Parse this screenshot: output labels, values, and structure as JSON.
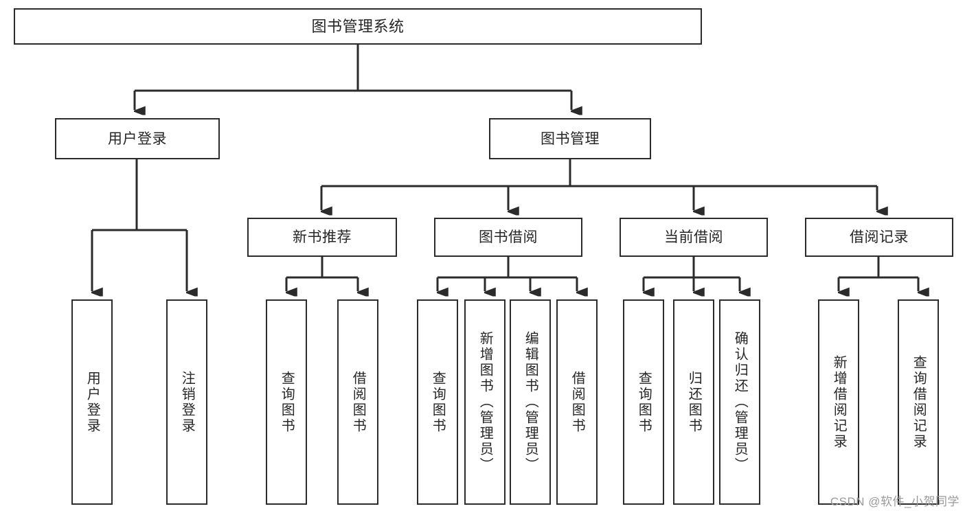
{
  "diagram": {
    "title": "图书管理系统",
    "type": "hierarchy-tree",
    "root": {
      "id": "root",
      "label": "图书管理系统"
    },
    "level2": [
      {
        "id": "user-login",
        "label": "用户登录"
      },
      {
        "id": "book-manage",
        "label": "图书管理"
      }
    ],
    "level3": [
      {
        "id": "new-book-rec",
        "label": "新书推荐",
        "parent": "book-manage"
      },
      {
        "id": "book-borrow",
        "label": "图书借阅",
        "parent": "book-manage"
      },
      {
        "id": "current-borrow",
        "label": "当前借阅",
        "parent": "book-manage"
      },
      {
        "id": "borrow-record",
        "label": "借阅记录",
        "parent": "book-manage"
      }
    ],
    "leaves": [
      {
        "id": "leaf-user-login",
        "label": "用户登录",
        "parent": "user-login"
      },
      {
        "id": "leaf-logout-login",
        "label": "注销登录",
        "parent": "user-login"
      },
      {
        "id": "leaf-query-book-1",
        "label": "查询图书",
        "parent": "new-book-rec"
      },
      {
        "id": "leaf-borrow-book-1",
        "label": "借阅图书",
        "parent": "new-book-rec"
      },
      {
        "id": "leaf-query-book-2",
        "label": "查询图书",
        "parent": "book-borrow"
      },
      {
        "id": "leaf-add-book",
        "label": "新增图书（管理员）",
        "parent": "book-borrow"
      },
      {
        "id": "leaf-edit-book",
        "label": "编辑图书（管理员）",
        "parent": "book-borrow"
      },
      {
        "id": "leaf-borrow-book-2",
        "label": "借阅图书",
        "parent": "book-borrow"
      },
      {
        "id": "leaf-query-book-3",
        "label": "查询图书",
        "parent": "current-borrow"
      },
      {
        "id": "leaf-return-book",
        "label": "归还图书",
        "parent": "current-borrow"
      },
      {
        "id": "leaf-confirm-return",
        "label": "确认归还（管理员）",
        "parent": "current-borrow"
      },
      {
        "id": "leaf-add-record",
        "label": "新增借阅记录",
        "parent": "borrow-record"
      },
      {
        "id": "leaf-query-record",
        "label": "查询借阅记录",
        "parent": "borrow-record"
      }
    ]
  },
  "watermark": {
    "text": "CSDN @软件_小贺同学"
  },
  "colors": {
    "stroke": "#2b2b2b",
    "fill": "#ffffff",
    "text": "#262626",
    "watermark": "#9a9a9a",
    "background": "#ffffff"
  }
}
